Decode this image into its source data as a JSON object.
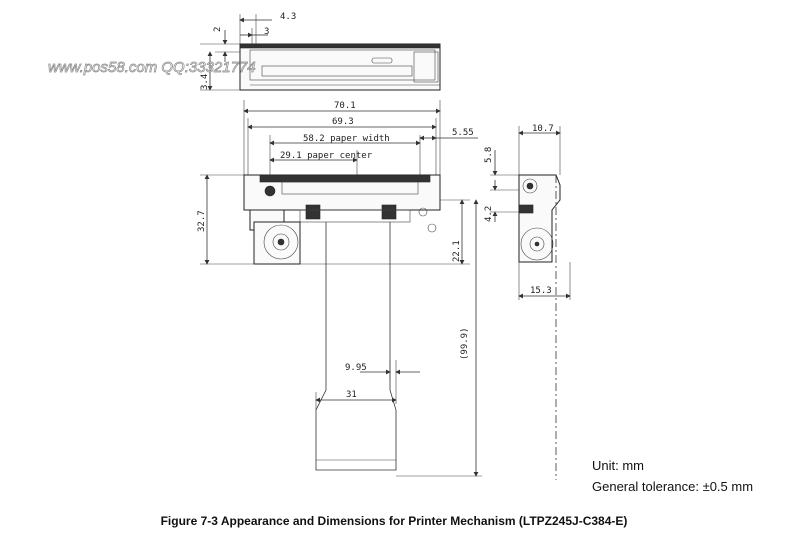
{
  "watermark": "www.pos58.com QQ:33321774",
  "dims_top": {
    "d43": "4.3",
    "d3": "3",
    "d2": "2",
    "d34": "3.4"
  },
  "dims_front": {
    "d701": "70.1",
    "d693": "69.3",
    "d582": "58.2 paper width",
    "d555": "5.55",
    "d291": "29.1 paper center",
    "d327": "32.7",
    "d221": "22.1",
    "d999": "(99.9)",
    "d995": "9.95",
    "d31": "31"
  },
  "dims_side": {
    "d107": "10.7",
    "d58": "5.8",
    "d42": "4.2",
    "d153": "15.3"
  },
  "notes": {
    "unit": "Unit: mm",
    "tolerance": "General tolerance: ±0.5 mm"
  },
  "caption": "Figure 7-3    Appearance and Dimensions for Printer Mechanism (LTPZ245J-C384-E)"
}
